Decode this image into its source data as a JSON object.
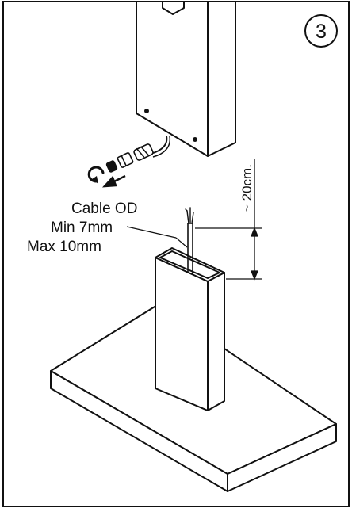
{
  "step": {
    "number": "3"
  },
  "labels": {
    "cable_od": "Cable OD",
    "min": "Min 7mm",
    "max": "Max 10mm",
    "distance": "~ 20cm."
  },
  "colors": {
    "line": "#111111",
    "background": "#ffffff"
  },
  "icons": {
    "gland": "cable-gland-icon",
    "rotate": "rotate-arrow-icon"
  }
}
